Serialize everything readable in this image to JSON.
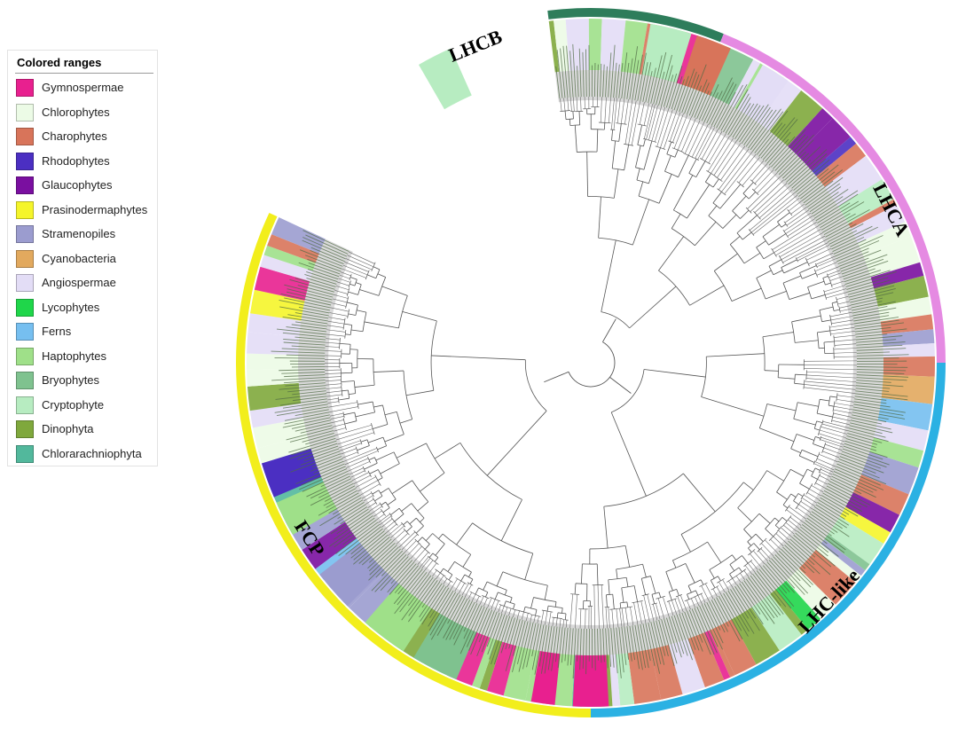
{
  "legend": {
    "title": "Colored ranges",
    "items": [
      {
        "label": "Gymnospermae",
        "color": "#e8208f"
      },
      {
        "label": "Chlorophytes",
        "color": "#ecfbe6"
      },
      {
        "label": "Charophytes",
        "color": "#d8745a"
      },
      {
        "label": "Rhodophytes",
        "color": "#4b2fc2"
      },
      {
        "label": "Glaucophytes",
        "color": "#7a0fa0"
      },
      {
        "label": "Prasinodermaphytes",
        "color": "#f5f52a"
      },
      {
        "label": "Stramenopiles",
        "color": "#9b9ccf"
      },
      {
        "label": "Cyanobacteria",
        "color": "#e2a95e"
      },
      {
        "label": "Angiospermae",
        "color": "#e3ddf6"
      },
      {
        "label": "Lycophytes",
        "color": "#1fd64a"
      },
      {
        "label": "Ferns",
        "color": "#76bff0"
      },
      {
        "label": "Haptophytes",
        "color": "#9fe089"
      },
      {
        "label": "Bryophytes",
        "color": "#7fc28f"
      },
      {
        "label": "Cryptophyte",
        "color": "#b7ecc1"
      },
      {
        "label": "Dinophyta",
        "color": "#7fa83c"
      },
      {
        "label": "Chlorarachniophyta",
        "color": "#52b89c"
      }
    ]
  },
  "clades": [
    {
      "label": "LHCB",
      "color": "#2e7d5b"
    },
    {
      "label": "LHCA",
      "color": "#e58ae2"
    },
    {
      "label": "LHC-like",
      "color": "#2bb1e3"
    },
    {
      "label": "FCP",
      "color": "#f2ee1c"
    }
  ]
}
